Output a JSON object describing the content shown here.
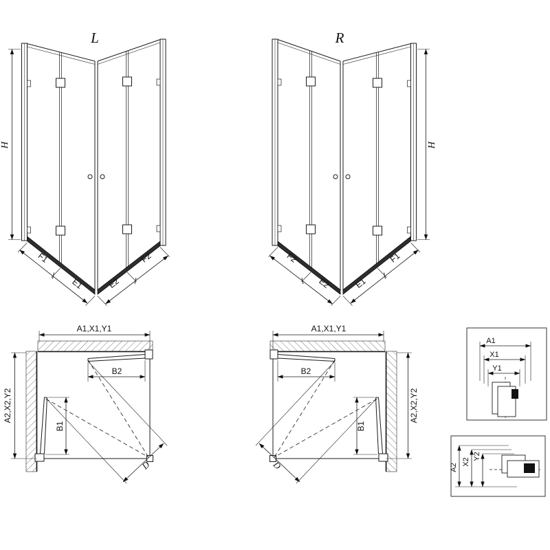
{
  "colors": {
    "background": "#ffffff",
    "line": "#1a1a1a",
    "rail_fill": "#2e2e2e",
    "hatch": "#777777"
  },
  "perspective_left": {
    "label": "L",
    "height_label": "H",
    "bottom_dims": [
      "F1",
      "E1",
      "E2",
      "F2"
    ]
  },
  "perspective_right": {
    "label": "R",
    "height_label": "H",
    "bottom_dims": [
      "F2",
      "E2",
      "E1",
      "F1"
    ]
  },
  "plan_left": {
    "width_label": "A1,X1,Y1",
    "top_fold_label": "B2",
    "side_fold_label": "B1",
    "depth_label": "A2,X2,Y2",
    "diagonal_label": "D"
  },
  "plan_right": {
    "width_label": "A1,X1,Y1",
    "top_fold_label": "B2",
    "side_fold_label": "B1",
    "depth_label": "A2,X2,Y2",
    "diagonal_label": "D"
  },
  "detail_top": {
    "dims": [
      "A1",
      "X1",
      "Y1"
    ]
  },
  "detail_bottom": {
    "dims": [
      "A2",
      "X2",
      "Y2"
    ]
  }
}
